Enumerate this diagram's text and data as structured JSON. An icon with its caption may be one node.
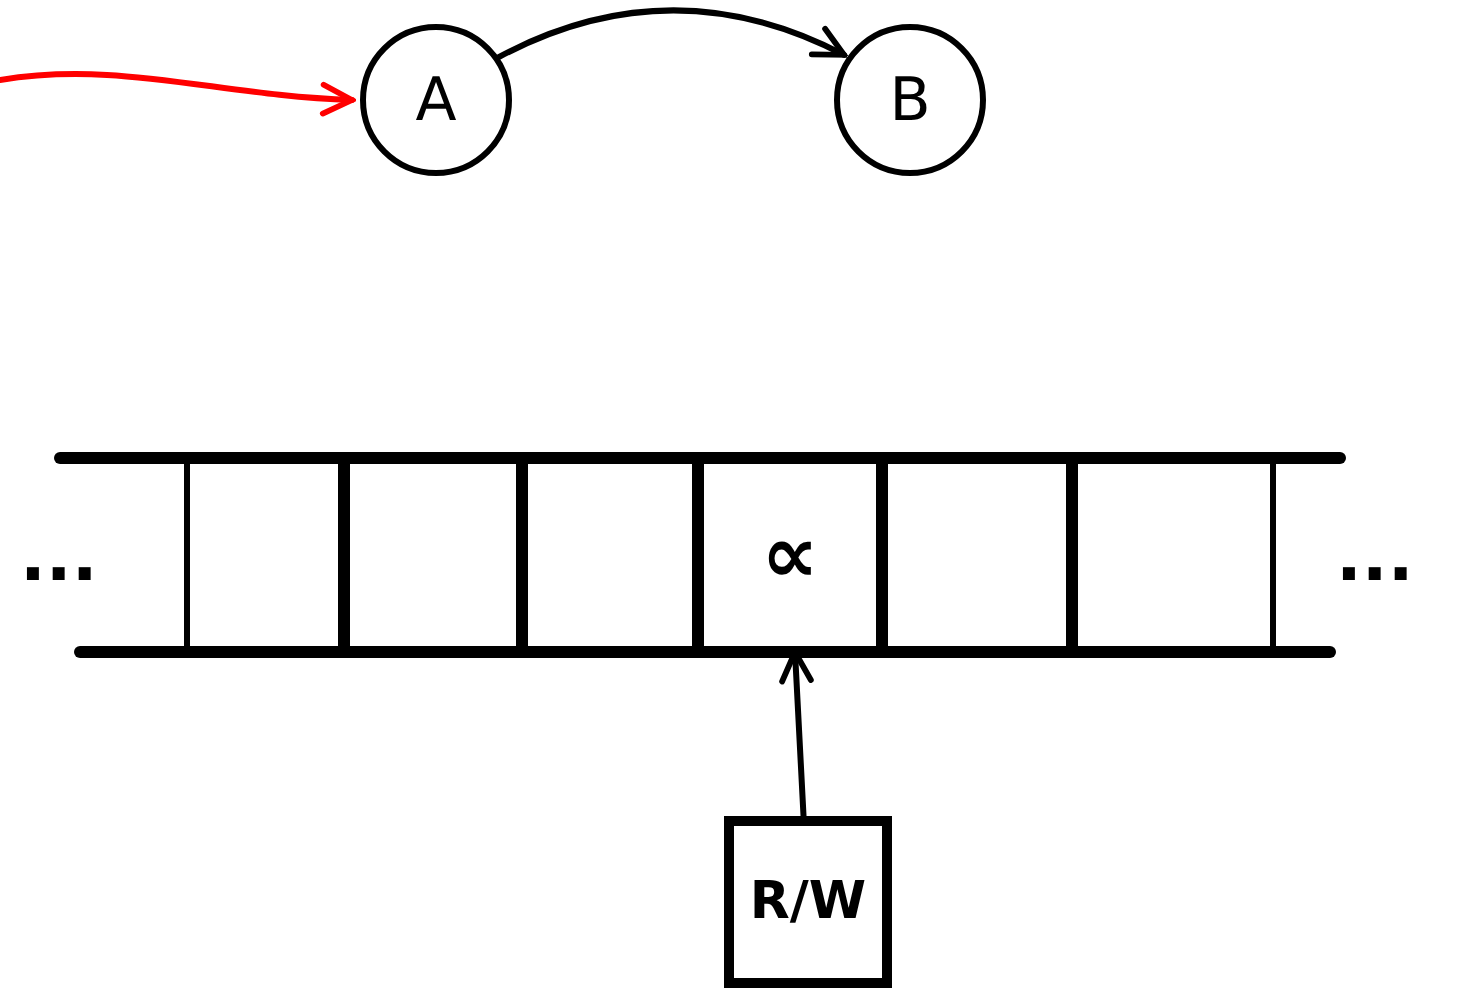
{
  "diagram": {
    "nodes": [
      {
        "text": [
          "A"
        ]
      },
      {
        "text": [
          "B"
        ]
      },
      {
        "text": [],
        "shape": "box"
      },
      {
        "text": [],
        "shape": "box"
      },
      {
        "text": [],
        "shape": "box"
      },
      {
        "text": [
          "∝"
        ]
      },
      {
        "text": [],
        "shape": "box"
      },
      {
        "text": [],
        "shape": "box"
      },
      {
        "text": [
          "R/W"
        ]
      }
    ],
    "edges": [
      {
        "from": null,
        "to": 0,
        "arrow": "to",
        "color": "#ff0000"
      },
      {
        "from": 0,
        "to": 1,
        "arrow": "to"
      },
      {
        "from": 8,
        "to": 5,
        "arrow": "to"
      }
    ],
    "labels": [
      "...",
      "..."
    ]
  }
}
